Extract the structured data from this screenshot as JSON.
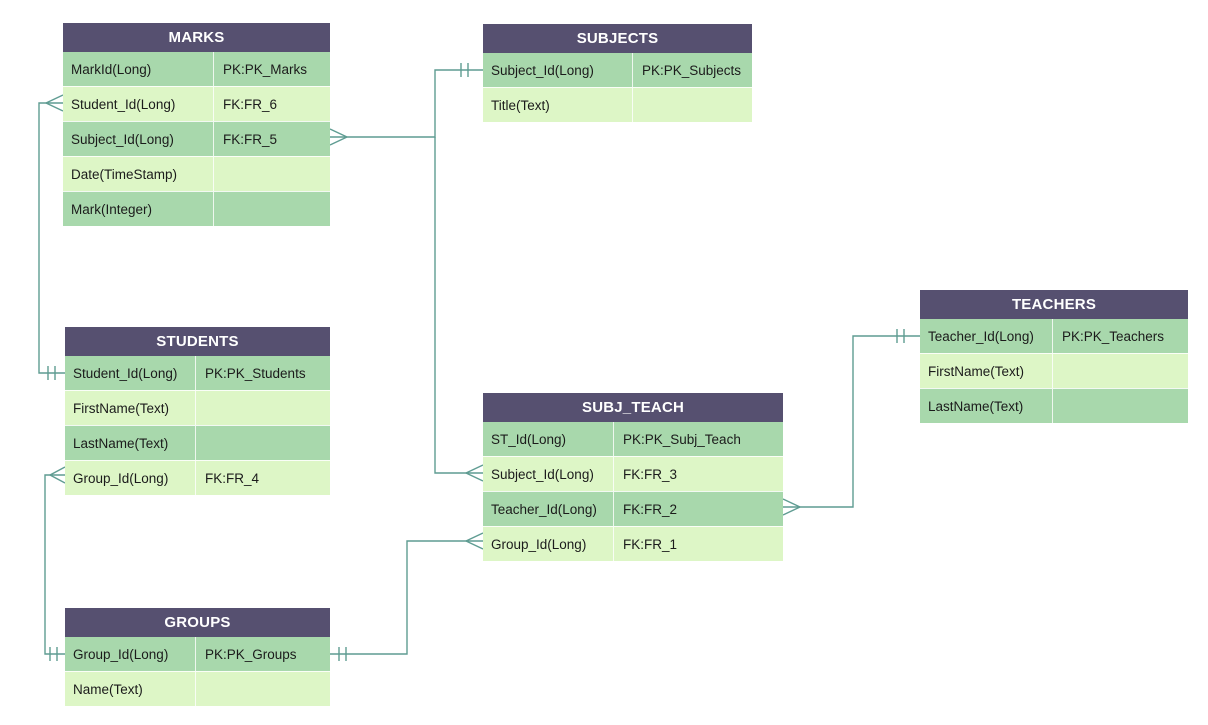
{
  "diagram": {
    "type": "entity-relationship",
    "colors": {
      "table_header_bg": "#565070",
      "table_header_text": "#ffffff",
      "row_dark_green": "#a8d8ac",
      "row_light_green": "#ddf6c6",
      "row_text": "#1b1b1b",
      "connector_line": "#5f9c92",
      "canvas_bg": "#ffffff"
    }
  },
  "tables": [
    {
      "name": "MARKS",
      "rows": [
        {
          "field": "MarkId(Long)",
          "key": "PK:PK_Marks"
        },
        {
          "field": "Student_Id(Long)",
          "key": "FK:FR_6"
        },
        {
          "field": "Subject_Id(Long)",
          "key": "FK:FR_5"
        },
        {
          "field": "Date(TimeStamp)",
          "key": ""
        },
        {
          "field": "Mark(Integer)",
          "key": ""
        }
      ]
    },
    {
      "name": "SUBJECTS",
      "rows": [
        {
          "field": "Subject_Id(Long)",
          "key": "PK:PK_Subjects"
        },
        {
          "field": "Title(Text)",
          "key": ""
        }
      ]
    },
    {
      "name": "STUDENTS",
      "rows": [
        {
          "field": "Student_Id(Long)",
          "key": "PK:PK_Students"
        },
        {
          "field": "FirstName(Text)",
          "key": ""
        },
        {
          "field": "LastName(Text)",
          "key": ""
        },
        {
          "field": "Group_Id(Long)",
          "key": "FK:FR_4"
        }
      ]
    },
    {
      "name": "SUBJ_TEACH",
      "rows": [
        {
          "field": "ST_Id(Long)",
          "key": "PK:PK_Subj_Teach"
        },
        {
          "field": "Subject_Id(Long)",
          "key": "FK:FR_3"
        },
        {
          "field": "Teacher_Id(Long)",
          "key": "FK:FR_2"
        },
        {
          "field": "Group_Id(Long)",
          "key": "FK:FR_1"
        }
      ]
    },
    {
      "name": "TEACHERS",
      "rows": [
        {
          "field": "Teacher_Id(Long)",
          "key": "PK:PK_Teachers"
        },
        {
          "field": "FirstName(Text)",
          "key": ""
        },
        {
          "field": "LastName(Text)",
          "key": ""
        }
      ]
    },
    {
      "name": "GROUPS",
      "rows": [
        {
          "field": "Group_Id(Long)",
          "key": "PK:PK_Groups"
        },
        {
          "field": "Name(Text)",
          "key": ""
        }
      ]
    }
  ],
  "relations": [
    {
      "fk": "FR_6",
      "many_side": "MARKS.Student_Id",
      "one_side": "STUDENTS.Student_Id",
      "notation": "crow-foot-many to one-double-tick"
    },
    {
      "fk": "FR_5",
      "many_side": "MARKS.Subject_Id",
      "one_side": "SUBJECTS.Subject_Id",
      "notation": "crow-foot-many to one-double-tick"
    },
    {
      "fk": "FR_3",
      "many_side": "SUBJ_TEACH.Subject_Id",
      "one_side": "SUBJECTS.Subject_Id",
      "notation": "crow-foot-many to one-double-tick"
    },
    {
      "fk": "FR_2",
      "many_side": "SUBJ_TEACH.Teacher_Id",
      "one_side": "TEACHERS.Teacher_Id",
      "notation": "crow-foot-many to one-double-tick"
    },
    {
      "fk": "FR_1",
      "many_side": "SUBJ_TEACH.Group_Id",
      "one_side": "GROUPS.Group_Id",
      "notation": "crow-foot-many to one-double-tick"
    },
    {
      "fk": "FR_4",
      "many_side": "STUDENTS.Group_Id",
      "one_side": "GROUPS.Group_Id",
      "notation": "crow-foot-many to one-double-tick"
    }
  ]
}
